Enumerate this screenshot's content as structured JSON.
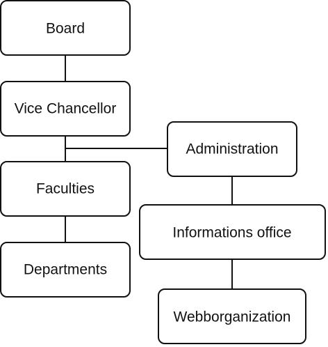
{
  "diagram": {
    "nodes": {
      "board": "Board",
      "vice_chancellor": "Vice Chancellor",
      "faculties": "Faculties",
      "departments": "Departments",
      "administration": "Administration",
      "informations_office": "Informations office",
      "webborganization": "Webborganization"
    }
  }
}
